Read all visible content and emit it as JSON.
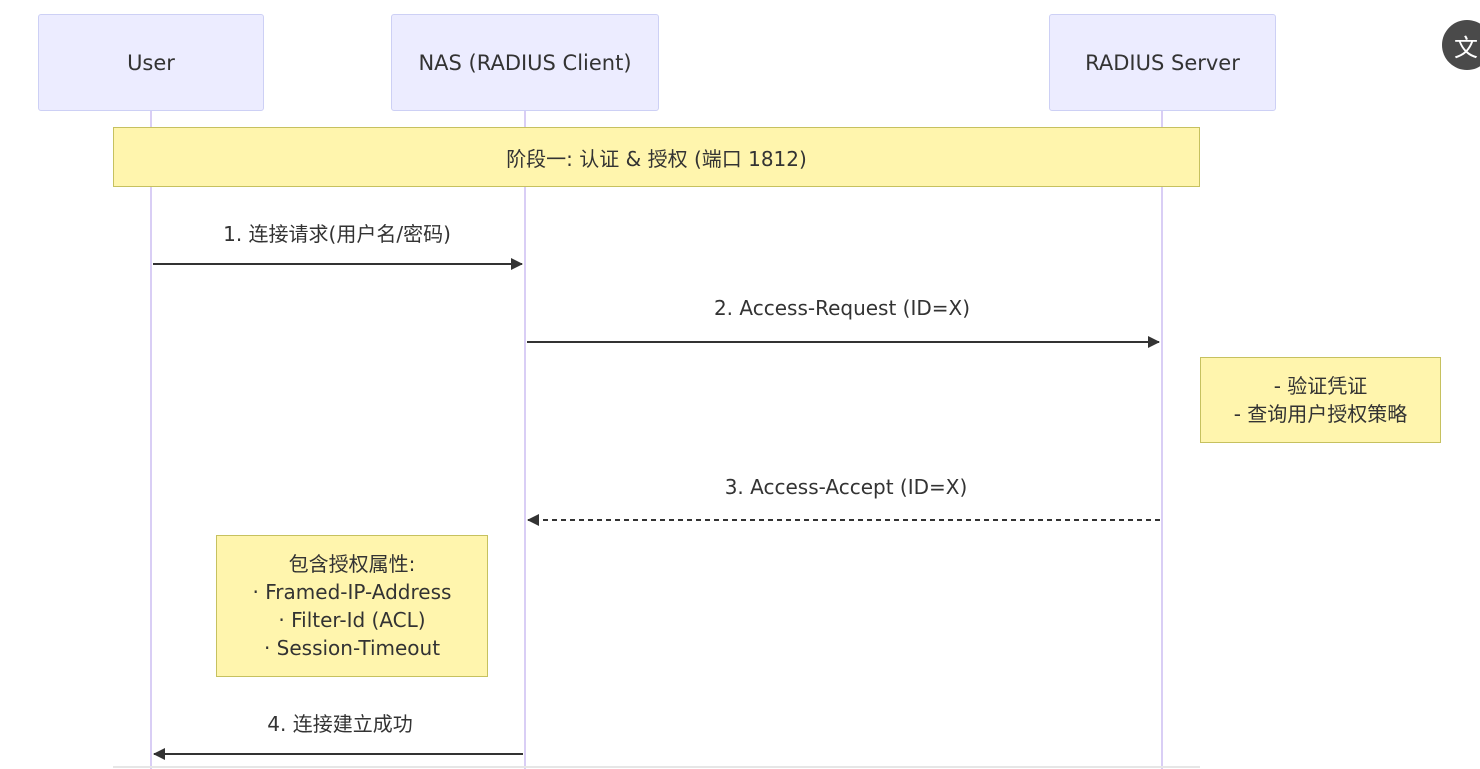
{
  "participants": [
    {
      "name": "User"
    },
    {
      "name": "NAS (RADIUS Client)"
    },
    {
      "name": "RADIUS Server"
    }
  ],
  "phase": {
    "label": "阶段一: 认证 & 授权 (端口 1812)"
  },
  "messages": [
    {
      "label": "1. 连接请求(用户名/密码)",
      "from": "User",
      "to": "NAS (RADIUS Client)",
      "style": "solid"
    },
    {
      "label": "2. Access-Request (ID=X)",
      "from": "NAS (RADIUS Client)",
      "to": "RADIUS Server",
      "style": "solid"
    },
    {
      "label": "3. Access-Accept (ID=X)",
      "from": "RADIUS Server",
      "to": "NAS (RADIUS Client)",
      "style": "dashed"
    },
    {
      "label": "4. 连接建立成功",
      "from": "NAS (RADIUS Client)",
      "to": "User",
      "style": "solid"
    }
  ],
  "notes": {
    "server_note": [
      "- 验证凭证",
      "- 查询用户授权策略"
    ],
    "attributes_note": [
      "包含授权属性:",
      "· Framed-IP-Address",
      "· Filter-Id (ACL)",
      "· Session-Timeout"
    ]
  },
  "colors": {
    "actor_fill": "#ECECFF",
    "actor_border": "#CDD0F5",
    "lifeline": "#D9CEF5",
    "note_fill": "#FFF5AD",
    "note_border": "#C6C15F",
    "arrow": "#333333"
  },
  "translate_button": {
    "icon": "translate-icon",
    "glyph": "文"
  }
}
